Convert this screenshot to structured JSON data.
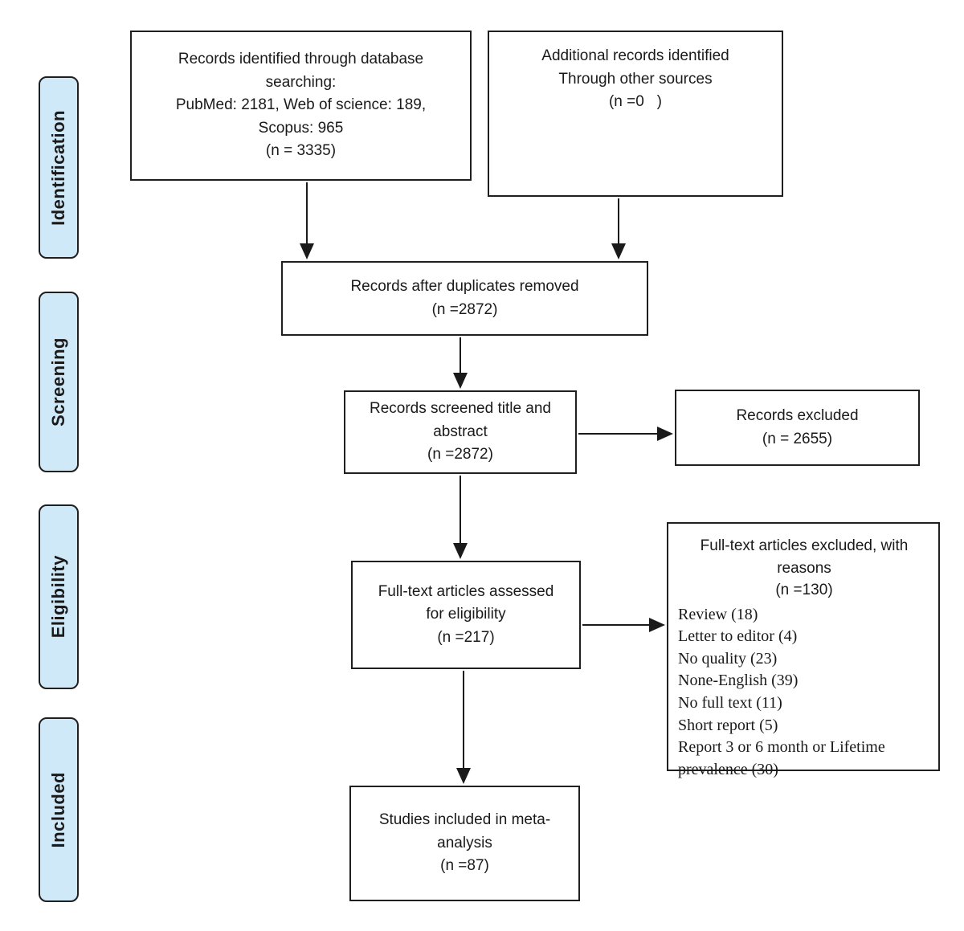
{
  "diagram": {
    "kind": "prisma-flow-diagram",
    "stage_fill_color": "#cfe9f8",
    "line_color": "#1a1a1a"
  },
  "stages": [
    {
      "label": "Identification"
    },
    {
      "label": "Screening"
    },
    {
      "label": "Eligibility"
    },
    {
      "label": "Included"
    }
  ],
  "boxes": {
    "database_search": {
      "text": "Records identified through database\nsearching:\nPubMed: 2181, Web of science: 189,\nScopus: 965\n(n = 3335)"
    },
    "other_sources": {
      "text": "Additional records identified\nThrough other sources\n(n =0   )"
    },
    "duplicates_removed": {
      "text": "Records after duplicates removed\n(n =2872)"
    },
    "records_screened": {
      "text": "Records screened title and\nabstract\n(n =2872)"
    },
    "records_excluded": {
      "text": "Records excluded\n(n = 2655)"
    },
    "fulltext_assessed": {
      "text": "Full-text articles assessed\nfor eligibility\n(n =217)"
    },
    "fulltext_excluded": {
      "heading": "Full-text articles excluded, with\nreasons\n(n =130)",
      "reasons": [
        "Review (18)",
        "Letter to editor (4)",
        "No quality (23)",
        "None-English (39)",
        "No full text (11)",
        "Short report (5)",
        "Report 3 or 6 month or Lifetime prevalence (30)"
      ]
    },
    "included_studies": {
      "text": "Studies included in meta-\nanalysis\n(n =87)"
    }
  }
}
